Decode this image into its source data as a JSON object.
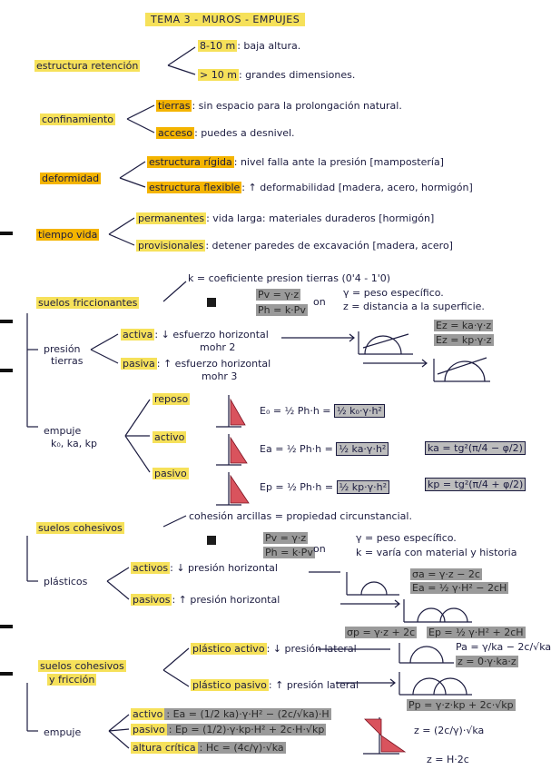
{
  "title": "TEMA 3 - MUROS - EMPUJES",
  "s1": {
    "root": "estructura retención",
    "b1_tag": "8-10 m",
    "b1_text": ": baja altura.",
    "b2_tag": "> 10 m",
    "b2_text": ": grandes dimensiones."
  },
  "s2": {
    "root": "confinamiento",
    "b1_tag": "tierras",
    "b1_text": ": sin espacio para la prolongación natural.",
    "b2_tag": "acceso",
    "b2_text": ": puedes a desnivel."
  },
  "s3": {
    "root": "deformidad",
    "b1_tag": "estructura rígida",
    "b1_text": ": nivel falla ante la presión [mampostería]",
    "b2_tag": "estructura flexible",
    "b2_text": ": ↑ deformabilidad [madera, acero, hormigón]"
  },
  "s4": {
    "root": "tiempo vida",
    "b1_tag": "permanentes",
    "b1_text": ": vida larga: materiales duraderos [hormigón]",
    "b2_tag": "provisionales",
    "b2_text": ": detener paredes de excavación [madera, acero]"
  },
  "s5": {
    "root": "suelos friccionantes",
    "k_def": "k = coeficiente presion tierras (0'4 - 1'0)",
    "pv": "Pv = γ·z",
    "ph": "Ph = k·Pv",
    "on": "on",
    "y_def": "γ = peso específico.",
    "z_def": "z = distancia a la superficie.",
    "presion": "presión",
    "tierras": "tierras",
    "activa_tag": "activa",
    "activa_text": ": ↓ esfuerzo horizontal",
    "activa_sub": "mohr 2",
    "pasiva_tag": "pasiva",
    "pasiva_text": ": ↑ esfuerzo horizontal",
    "pasiva_sub": "mohr 3",
    "eq_activa": "Ez = ka·γ·z",
    "eq_pasiva": "Ez = kp·γ·z",
    "empuje": "empuje",
    "empuje_sub": "k₀, ka, kp",
    "reposo_tag": "reposo",
    "e0": "E₀ = ½ Ph·h =",
    "e0_box": "½ k₀·γ·h²",
    "activo_tag": "activo",
    "ea": "Ea = ½ Ph·h =",
    "ea_box": "½ ka·γ·h²",
    "ka_box": "ka = tg²(π/4 − φ/2)",
    "pasivo_tag": "pasivo",
    "ep": "Ep = ½ Ph·h =",
    "ep_box": "½ kp·γ·h²",
    "kp_box": "kp = tg²(π/4 + φ/2)"
  },
  "s6": {
    "root": "suelos cohesivos",
    "coh_def": "cohesión arcillas = propiedad circunstancial.",
    "pv": "Pv = γ·z",
    "ph": "Ph = k·Pv",
    "on": "on",
    "y_def": "γ = peso específico.",
    "k_def": "k = varía con material y historia",
    "plasticos": "plásticos",
    "activos_tag": "activos",
    "activos_text": ": ↓ presión horizontal",
    "pasivos_tag": "pasivos",
    "pasivos_text": ": ↑ presión horizontal",
    "eq1": "σa = γ·z − 2c",
    "eq2": "Ea = ½ γ·H² − 2cH",
    "eq3": "σp = γ·z + 2c",
    "eq4": "Ep = ½ γ·H² + 2cH"
  },
  "s7": {
    "root1": "suelos cohesivos",
    "root2": "y fricción",
    "pact_tag": "plástico activo",
    "pact_text": ": ↓ presión lateral",
    "ppas_tag": "plástico pasivo",
    "ppas_text": ": ↑ presión lateral",
    "eq_pa1": "Pa = γ/ka − 2c/√ka",
    "eq_pa2": "z = 0·γ·ka·z",
    "eq_pp": "Pp = γ·z·kp + 2c·√kp",
    "empuje": "empuje",
    "activo_tag": "activo",
    "activo_text": ": Ea = (1/2 ka)·γ·H² − (2c/√ka)·H",
    "pasivo_tag": "pasivo",
    "pasivo_text": ": Ep = (1/2)·γ·kp·H² + 2c·H·√kp",
    "altura_tag": "altura crítica",
    "altura_text": ": Hc = (4c/γ)·√ka",
    "zc": "z = (2c/γ)·√ka",
    "hc": "z = H·2c"
  }
}
